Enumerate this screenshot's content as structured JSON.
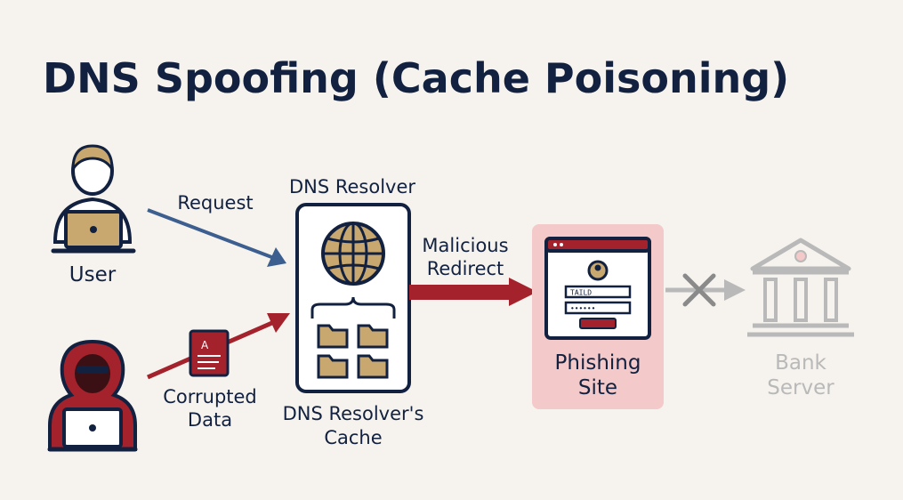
{
  "title": "DNS Spoofing (Cache Poisoning)",
  "labels": {
    "user": "User",
    "request": "Request",
    "dns_resolver": "DNS Resolver",
    "malicious": "Malicious",
    "redirect": "Redirect",
    "corrupted": "Corrupted",
    "data": "Data",
    "cache_line1": "DNS Resolver's",
    "cache_line2": "Cache",
    "phishing": "Phishing",
    "site": "Site",
    "bank": "Bank",
    "server": "Server",
    "form_field_text": "TAILD",
    "password_dots": "••••••"
  },
  "colors": {
    "background": "#f6f3ee",
    "navy": "#12213f",
    "dark_red": "#a3222c",
    "blue_arrow": "#3d5f8f",
    "gold": "#c9a86f",
    "phishing_bg": "#f3c9c9",
    "grey": "#b9b9b9"
  },
  "icons": {
    "user": "user-laptop-icon",
    "hacker": "hooded-hacker-icon",
    "resolver": "globe-icon",
    "folders": "folder-icon",
    "document": "corrupted-document-icon",
    "phishing": "phishing-login-window-icon",
    "blocked": "x-mark-icon",
    "bank": "bank-building-icon"
  }
}
